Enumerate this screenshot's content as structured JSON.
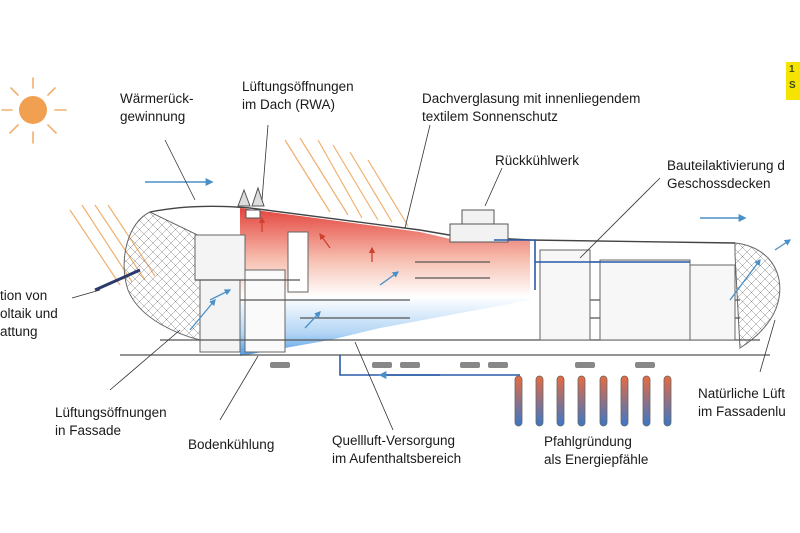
{
  "labels": {
    "heat_recovery_1": "Wärmerück-",
    "heat_recovery_2": "gewinnung",
    "roof_vents_1": "Lüftungsöffnungen",
    "roof_vents_2": "im Dach (RWA)",
    "roof_glazing_1": "Dachverglasung mit innenliegendem",
    "roof_glazing_2": "textilem Sonnenschutz",
    "recooler": "Rückkühlwerk",
    "core_activation_1": "Bauteilaktivierung d",
    "core_activation_2": "Geschossdecken",
    "pv_1": "tion von",
    "pv_2": "oltaik und",
    "pv_3": "attung",
    "facade_vents_1": "Lüftungsöffnungen",
    "facade_vents_2": "in Fassade",
    "floor_cooling": "Bodenkühlung",
    "displacement_1": "Quellluft-Versorgung",
    "displacement_2": "im Aufenthaltsbereich",
    "energy_piles_1": "Pfahlgründung",
    "energy_piles_2": "als Energiepfähle",
    "natural_vent_1": "Natürliche Lüft",
    "natural_vent_2": "im Fassadenlu"
  },
  "logo": {
    "line1": "1",
    "line2": "S"
  },
  "colors": {
    "sun": "#f0a050",
    "sun_rays": "#f0b070",
    "air_arrow": "#4a90c8",
    "warm": "#e23a30",
    "cool": "#3a88d8",
    "pipe": "#2a5aa8",
    "outline": "#555555",
    "logo": "#f4e400"
  },
  "icons": [
    "sun-icon",
    "wind-arrow-icon",
    "energy-pile-icon",
    "car-icon",
    "person-icon"
  ]
}
